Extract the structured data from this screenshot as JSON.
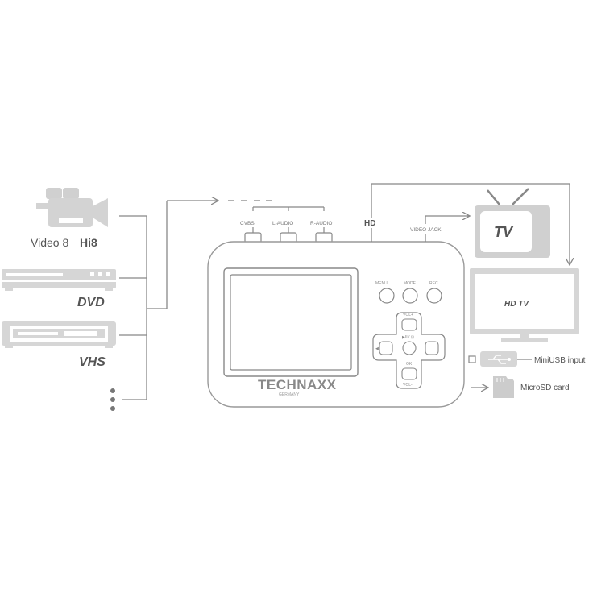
{
  "sources": {
    "video8": "Video 8",
    "hi8": "Hi8",
    "dvd": "DVD",
    "vhs": "VHS"
  },
  "ports": {
    "cvbs": "CVBS",
    "l_audio": "L-AUDIO",
    "r_audio": "R-AUDIO",
    "hd": "HD",
    "video_jack": "VIDEO JACK"
  },
  "buttons": {
    "menu": "MENU",
    "mode": "MODE",
    "rec": "REC",
    "vol_up": "VOL+",
    "vol_down": "VOL-",
    "play": "▶II / ⊡",
    "ok": "OK",
    "left": "◀◀",
    "right": "▶▶"
  },
  "brand": {
    "name": "TECHNAXX",
    "sub": "GERMANY"
  },
  "outputs": {
    "tv": "TV",
    "hdtv": "HD TV",
    "miniusb": "MiniUSB input",
    "microsd": "MicroSD card"
  },
  "colors": {
    "line": "#888888",
    "device_fill": "#d9d9d9",
    "device_dark": "#aaaaaa",
    "accent": "#e07b2a"
  }
}
